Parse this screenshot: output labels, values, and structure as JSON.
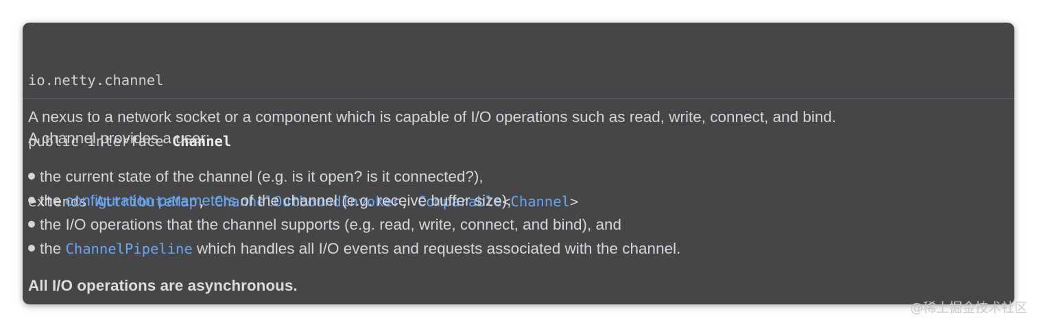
{
  "signature": {
    "package": "io.netty.channel",
    "decl_prefix": "public interface ",
    "decl_name": "Channel",
    "extends_keyword": "extends ",
    "extends_list": [
      "AttributeMap",
      "ChannelOutboundInvoker",
      "Comparable"
    ],
    "separator": ", ",
    "generic_open": "<",
    "generic_type": "Channel",
    "generic_close": ">"
  },
  "description": {
    "line1": "A nexus to a network socket or a component which is capable of I/O operations such as read, write, connect, and bind.",
    "line2": "A channel provides a user:"
  },
  "bullets": [
    {
      "text": "the current state of the channel (e.g. is it open? is it connected?),"
    },
    {
      "before": "the ",
      "link": "configuration parameters",
      "after": " of the channel (e.g. receive buffer size),"
    },
    {
      "text": "the I/O operations that the channel supports (e.g. read, write, connect, and bind), and"
    },
    {
      "before": "the ",
      "link": "ChannelPipeline",
      "after": " which handles all I/O events and requests associated with the channel."
    }
  ],
  "summary": "All I/O operations are asynchronous.",
  "watermark": "@稀土掘金技术社区",
  "colors": {
    "popup_bg": "#464649",
    "link": "#6aa7ee",
    "text": "#d6d6d8"
  }
}
